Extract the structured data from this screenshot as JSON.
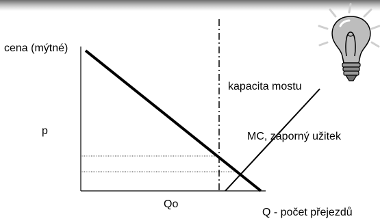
{
  "labels": {
    "price_axis": "cena (mýtné)",
    "price_symbol": "p",
    "capacity": "kapacita mostu",
    "marginal_cost": "MC, záporný užitek",
    "quantity_marker": "Qo",
    "quantity_axis": "Q - počet přejezdů"
  },
  "icon": "lightbulb-icon",
  "colors": {
    "lines": "#000000",
    "background": "#ffffff"
  }
}
